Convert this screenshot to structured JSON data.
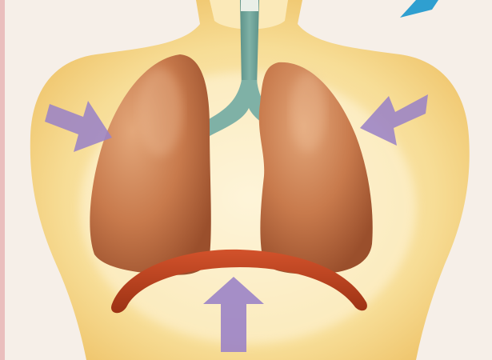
{
  "labels": {},
  "figure": {
    "parts": [
      "torso",
      "neck",
      "trachea",
      "bronchi",
      "left-lung",
      "right-lung",
      "diaphragm"
    ],
    "arrows": [
      {
        "name": "left-inward-arrow",
        "direction": "inward"
      },
      {
        "name": "right-inward-arrow",
        "direction": "inward"
      },
      {
        "name": "upward-arrow",
        "direction": "up"
      },
      {
        "name": "corner-arrow",
        "direction": "down-left"
      }
    ]
  },
  "colors": {
    "background": "#f6efe8",
    "skin_light": "#fdf3d6",
    "skin_mid": "#f7dd96",
    "skin_edge": "#efc46a",
    "lung": "#c87a4c",
    "lung_shade": "#9a4f2c",
    "lung_highlight": "#e3a77a",
    "trachea": "#7fb1a6",
    "trachea_shade": "#5e938a",
    "diaphragm": "#d2522b",
    "diaphragm_shade": "#9c3214",
    "arrow": "#9b83c6",
    "corner_arrow": "#2f9fd0",
    "frame_edge": "#e39ca0"
  }
}
